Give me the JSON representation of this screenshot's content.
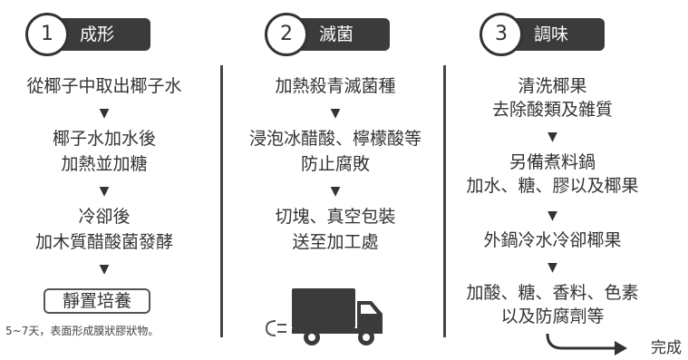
{
  "col1": {
    "number": "1",
    "title": "成形",
    "steps": [
      "從椰子中取出椰子水",
      "椰子水加水後",
      "加熱並加糖",
      "冷卻後",
      "加木質醋酸菌發酵"
    ],
    "box_label": "靜置培養",
    "note": "5~7天，表面形成膜狀膠狀物。"
  },
  "col2": {
    "number": "2",
    "title": "滅菌",
    "steps": [
      "加熱殺青滅菌種",
      "浸泡冰醋酸、檸檬酸等",
      "防止腐敗",
      "切塊、真空包裝",
      "送至加工處"
    ]
  },
  "col3": {
    "number": "3",
    "title": "調味",
    "steps": [
      "清洗椰果",
      "去除酸類及雜質",
      "另備煮料鍋",
      "加水、糖、膠以及椰果",
      "外鍋冷水冷卻椰果",
      "加酸、糖、香料、色素",
      "以及防腐劑等"
    ],
    "finish": "完成"
  },
  "arrow_glyph": "▼"
}
